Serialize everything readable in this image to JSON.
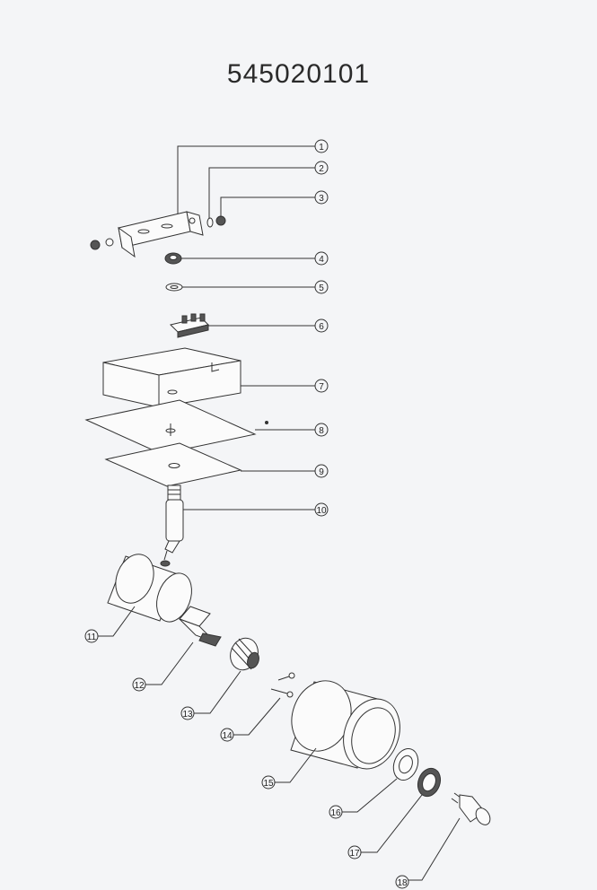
{
  "title": "545020101",
  "callouts": [
    "1",
    "2",
    "3",
    "4",
    "5",
    "6",
    "7",
    "8",
    "9",
    "10",
    "11",
    "12",
    "13",
    "14",
    "15",
    "16",
    "17",
    "18"
  ]
}
